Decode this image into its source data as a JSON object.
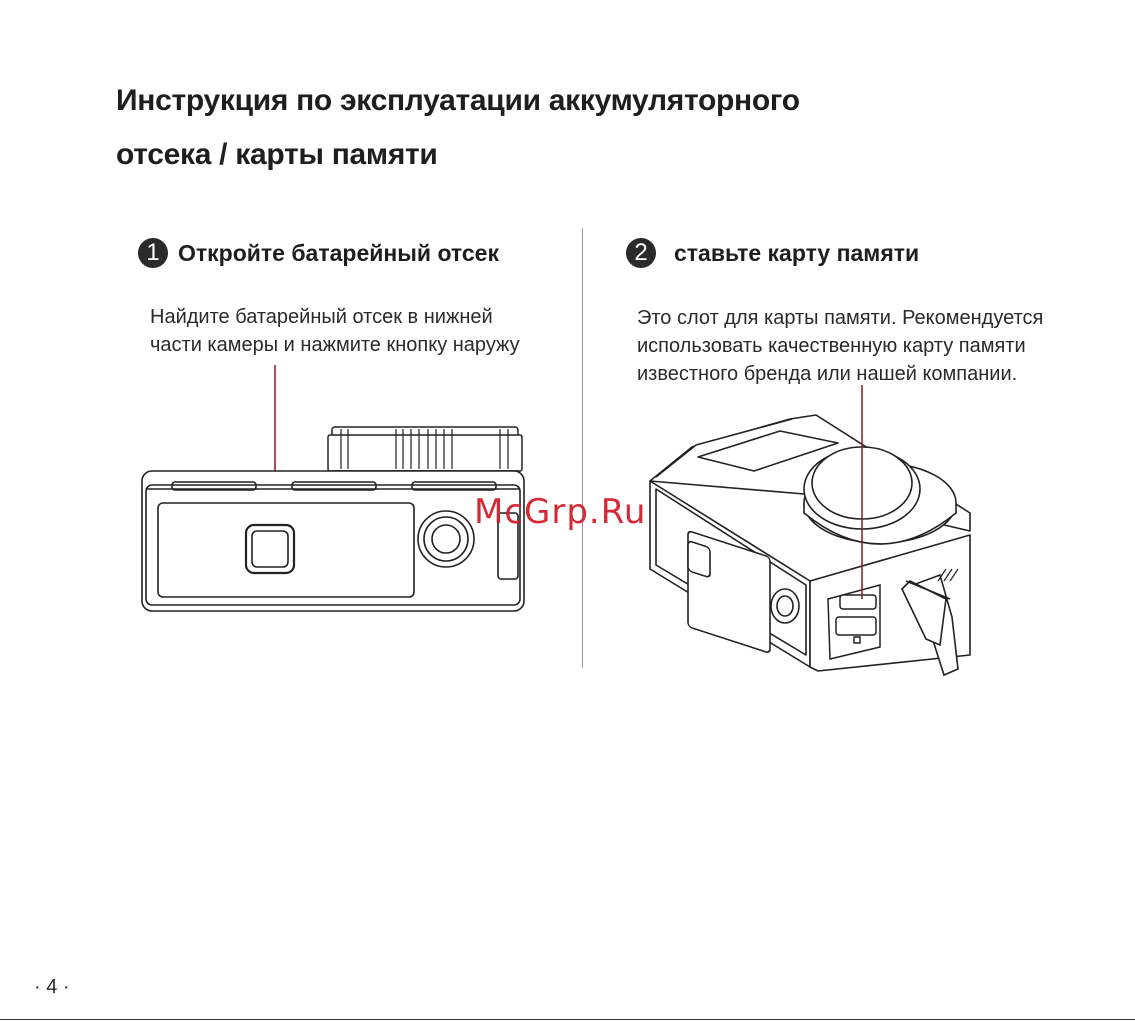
{
  "title": {
    "line1": "Инструкция по эксплуатации аккумуляторного",
    "line2": "отсека / карты памяти"
  },
  "step1": {
    "number": "1",
    "title": "Откройте батарейный отсек",
    "desc_line1": "Найдите батарейный отсек в нижней",
    "desc_line2": "части камеры и нажмите кнопку наружу"
  },
  "step2": {
    "number": "2",
    "title": "ставьте карту памяти",
    "desc_line1": "Это слот для карты памяти. Рекомендуется",
    "desc_line2": "использовать качественную карту памяти",
    "desc_line3": "известного бренда или нашей компании."
  },
  "watermark": "McGrp.Ru",
  "page_number": "· 4 ·",
  "colors": {
    "accent_line": "#8b1a22",
    "watermark": "#d11f2b",
    "ink": "#1e1e1e"
  }
}
